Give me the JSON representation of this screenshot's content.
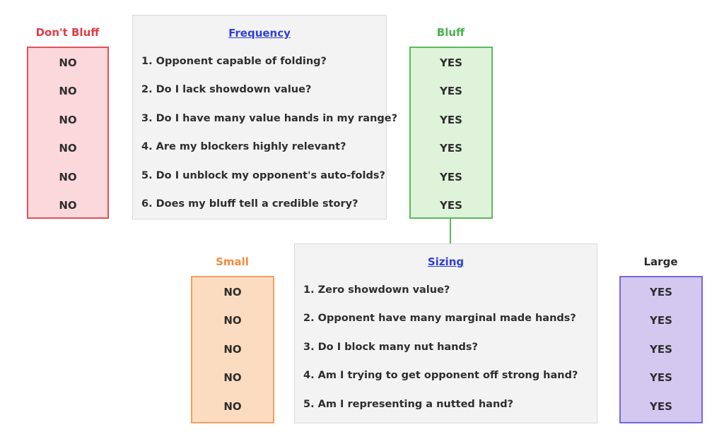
{
  "frequency": {
    "left_title": "Don't Bluff",
    "center_title": "Frequency",
    "right_title": "Bluff",
    "left_answer": "NO",
    "right_answer": "YES",
    "questions": [
      "1. Opponent capable of folding?",
      "2. Do I lack showdown value?",
      "3. Do I have many value hands in my range?",
      "4. Are my blockers highly relevant?",
      "5. Do I unblock my opponent's auto-folds?",
      "6. Does my bluff tell a credible story?"
    ],
    "colors": {
      "left_fill": "#fbd8dc",
      "left_border": "#e0505a",
      "left_title": "#e03c46",
      "right_fill": "#dff3da",
      "right_border": "#5cb85c",
      "right_title": "#4caf50"
    }
  },
  "sizing": {
    "left_title": "Small",
    "center_title": "Sizing",
    "right_title": "Large",
    "left_answer": "NO",
    "right_answer": "YES",
    "questions": [
      "1. Zero showdown value?",
      "2. Opponent have many marginal made hands?",
      "3. Do I block many nut hands?",
      "4. Am I trying to get opponent off strong hand?",
      "5. Am I representing a nutted hand?"
    ],
    "colors": {
      "left_fill": "#fcdcc0",
      "left_border": "#f0a060",
      "left_title": "#f08c3c",
      "right_fill": "#d2c8f0",
      "right_border": "#7a66d6",
      "right_title": "#2b2b2b"
    }
  }
}
